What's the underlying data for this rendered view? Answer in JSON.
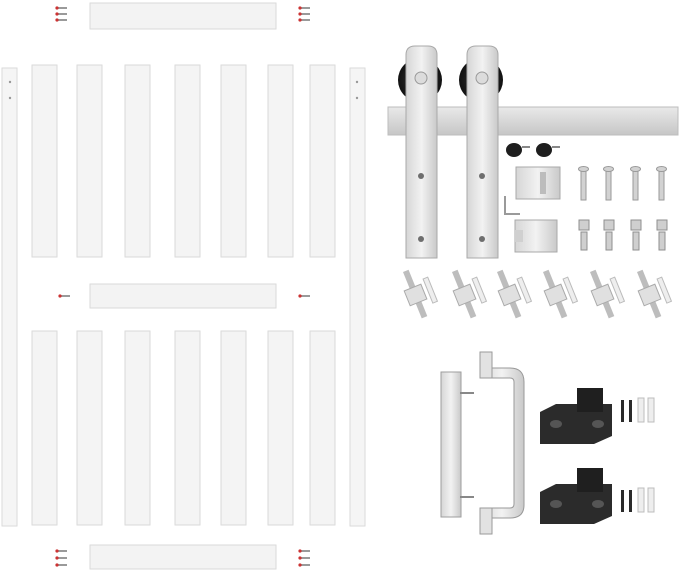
{
  "image": {
    "kind": "product-photo",
    "subject": "barn door kit",
    "components": [
      {
        "name": "door-slats",
        "count": 14
      },
      {
        "name": "door-stiles",
        "count": 2
      },
      {
        "name": "door-rails",
        "count": 3
      },
      {
        "name": "track-rail",
        "count": 1
      },
      {
        "name": "hanger-straps-with-wheels",
        "count": 2
      },
      {
        "name": "door-stoppers",
        "count": 2
      },
      {
        "name": "bolts",
        "count": 8
      },
      {
        "name": "lag-screws-with-spacers",
        "count": 6
      },
      {
        "name": "pull-handle",
        "count": 1
      },
      {
        "name": "floor-guides",
        "count": 2
      }
    ],
    "colors": {
      "background": "#ffffff",
      "panel_white": "#f4f4f4",
      "panel_edge": "#d8d8d8",
      "steel_light": "#e6e6e6",
      "steel_mid": "#c4c4c4",
      "steel_dark": "#8e8e8e",
      "wheel_black": "#1c1c1c",
      "guide_black": "#2b2b2b"
    }
  }
}
